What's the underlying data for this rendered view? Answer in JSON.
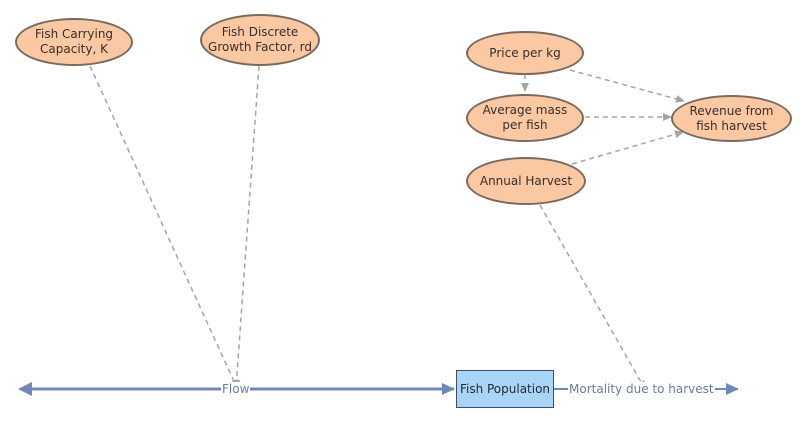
{
  "colors": {
    "node_fill": "#fbc8a4",
    "stock_fill": "#a8d4f5",
    "flow_line": "#6f88b8",
    "flow_text": "#6b7aa8",
    "link_line": "#a4a4a4"
  },
  "variables": [
    {
      "id": "carrying_capacity",
      "label": "Fish Carrying Capacity, K"
    },
    {
      "id": "growth_factor",
      "label": "Fish Discrete Growth Factor, rd"
    },
    {
      "id": "price",
      "label": "Price per kg"
    },
    {
      "id": "avg_mass",
      "label": "Average mass per fish"
    },
    {
      "id": "annual_harvest",
      "label": "Annual Harvest"
    },
    {
      "id": "revenue",
      "label": "Revenue from fish harvest"
    }
  ],
  "stock": {
    "label": "Fish Population"
  },
  "flows": [
    {
      "id": "flow",
      "label": "Flow"
    },
    {
      "id": "mortality",
      "label": "Mortality due to harvest"
    }
  ]
}
